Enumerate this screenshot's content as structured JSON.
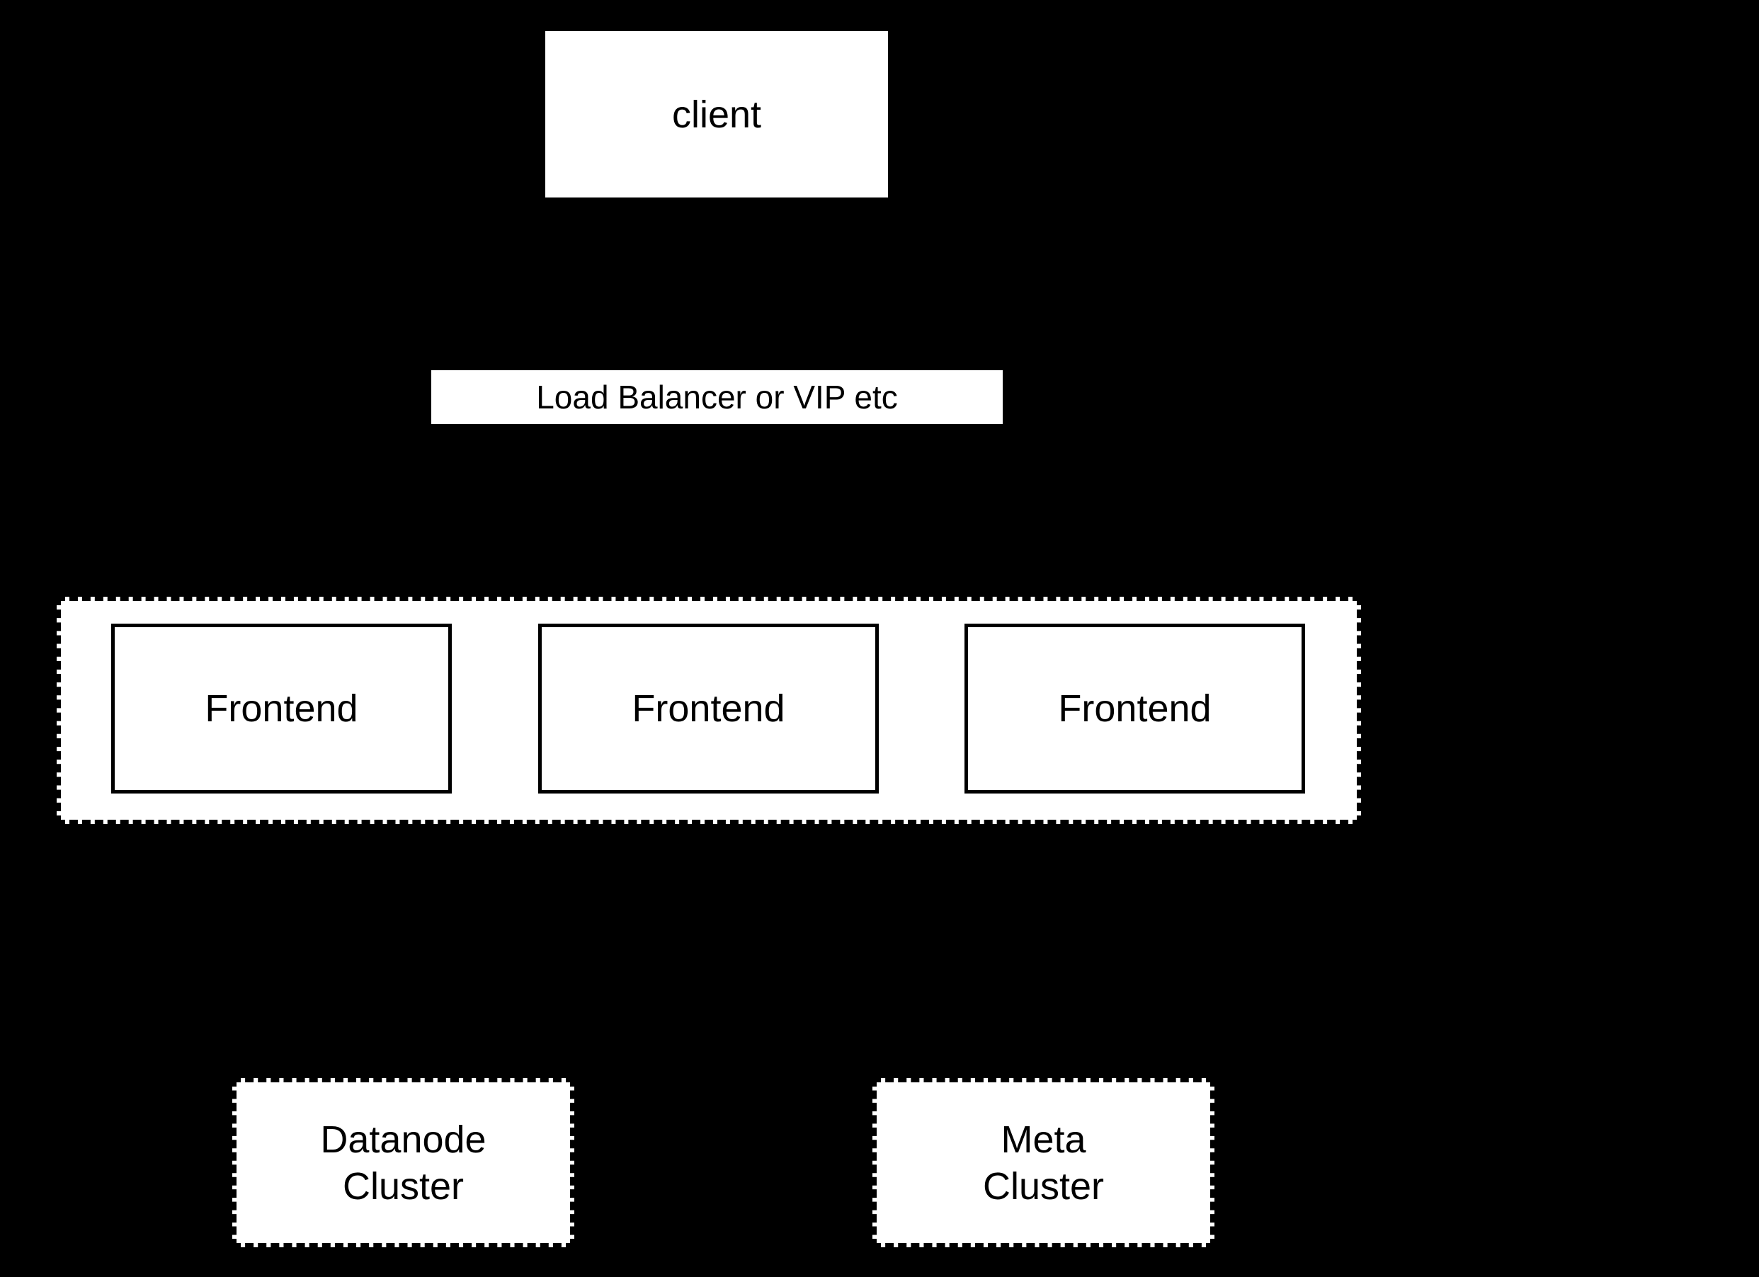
{
  "diagram": {
    "background": "#000000",
    "box_fill": "#ffffff",
    "text_color": "#000000",
    "border_color": "#000000",
    "client_label": "client",
    "load_balancer_label": "Load Balancer or VIP etc",
    "frontends": [
      {
        "label": "Frontend"
      },
      {
        "label": "Frontend"
      },
      {
        "label": "Frontend"
      }
    ],
    "clusters": [
      {
        "line1": "Datanode",
        "line2": "Cluster"
      },
      {
        "line1": "Meta",
        "line2": "Cluster"
      }
    ]
  }
}
